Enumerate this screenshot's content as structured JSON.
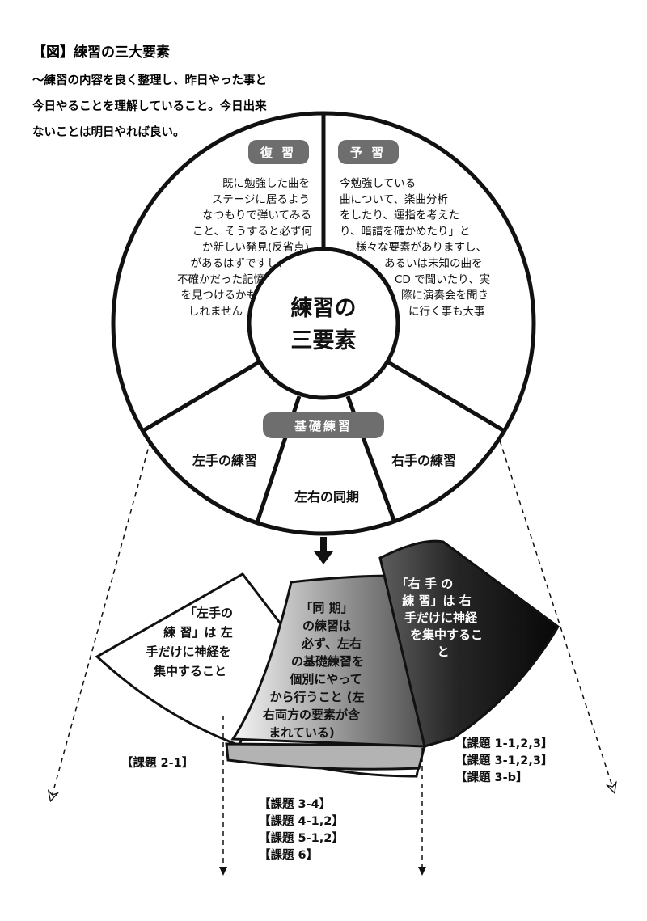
{
  "title": "【図】練習の三大要素",
  "intro": [
    "〜練習の内容を良く整理し、昨日やった事と",
    "今日やることを理解していること。今日出来",
    "ないことは明日やれば良い。"
  ],
  "center": [
    "練習の",
    "三要素"
  ],
  "review": {
    "label": "復 習",
    "lines": [
      "既に勉強した曲を",
      "ステージに居るよう",
      "なつもりで弾いてみる",
      "こと、そうすると必ず何",
      "か新しい発見(反省点)",
      "があるはずですし、",
      "不確かだった記憶",
      "を見つけるかも",
      "しれません"
    ]
  },
  "preview": {
    "label": "予 習",
    "lines": [
      "今勉強している",
      "曲について、楽曲分析",
      "をしたり、運指を考えた",
      "り、暗譜を確かめたり」と",
      "様々な要素がありますし、",
      "あるいは未知の曲を",
      "CD で聞いたり、実",
      "際に演奏会を聞き",
      "に行く事も大事"
    ]
  },
  "basic": {
    "label": "基礎練習",
    "left": "左手の練習",
    "right": "右手の練習",
    "sync": "左右の同期"
  },
  "fan": {
    "left": [
      "「左手の",
      "練 習」は 左",
      "手だけに神経を",
      "集中すること"
    ],
    "middle": [
      "「同 期」",
      "の練習は",
      "必ず、左右",
      "の基礎練習を",
      "個別にやって",
      "から行うこと (左",
      "右両方の要素が含",
      "まれている)"
    ],
    "right": [
      "「右 手 の",
      "練 習」は 右",
      "手だけに神経",
      "を集中するこ",
      "と"
    ]
  },
  "tasks": {
    "left": [
      "【課題 2-1】"
    ],
    "middle": [
      "【課題 3-4】",
      "【課題 4-1,2】",
      "【課題 5-1,2】",
      "【課題 6】"
    ],
    "right": [
      "【課題 1-1,2,3】",
      "【課題 3-1,2,3】",
      "【課題 3-b】"
    ]
  },
  "colors": {
    "ink": "#111111",
    "pill": "#6e6e6e",
    "band": "#b3b3b3",
    "dark": "#0a0a0a",
    "light": "#ffffff"
  }
}
